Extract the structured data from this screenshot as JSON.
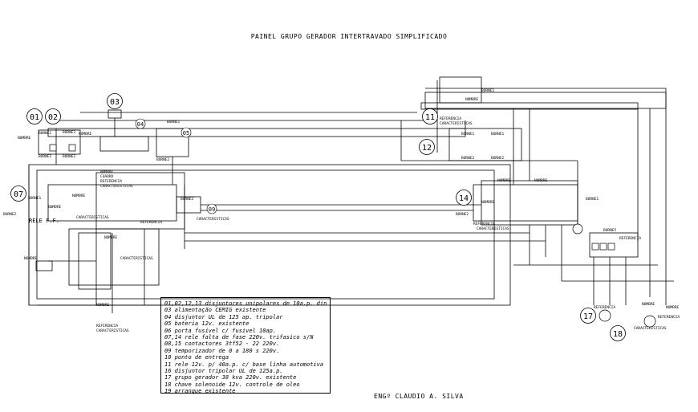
{
  "drawing": {
    "title": "PAINEL GRUPO GERADOR INTERTRAVADO SIMPLIFICADO",
    "engineer": "ENGº CLAUDIO A. SILVA",
    "relay_label": "RELE F.F."
  },
  "balloons": [
    "01",
    "02",
    "03",
    "04",
    "05",
    "07",
    "09",
    "11",
    "12",
    "14",
    "17",
    "18"
  ],
  "component_labels": [
    "BORNE1",
    "BORNE2",
    "BORNE5",
    "NOMBRE",
    "CUADRO",
    "REFERENCIA",
    "CARACTERISTICAS"
  ],
  "legend": [
    "01,02,12,13 disjuntores unipolares de 10a.p. din",
    "03 alimentação CEMIG existente",
    "04 disjuntor UL de 125 ap. tripolar",
    "05 bateria 12v. existente",
    "06 porta fusivel c/ fusivel 10ap.",
    "07,14 rele falta de fase 220v. trifasico s/N",
    "08,15 contactores 3tf52 - 22 220v.",
    "09 temporizador de 0 a 180 s 220v.",
    "10 ponto de entrega",
    "11 rele 12v. p/ 40a.p. c/ base linha automotiva",
    "16 disjuntor tripolar UL de 125a.p.",
    "17 grupo gerador 38 kva 220v. existente",
    "18 chave solenoide 12v. controle de oleo",
    "19 arranque existente"
  ]
}
